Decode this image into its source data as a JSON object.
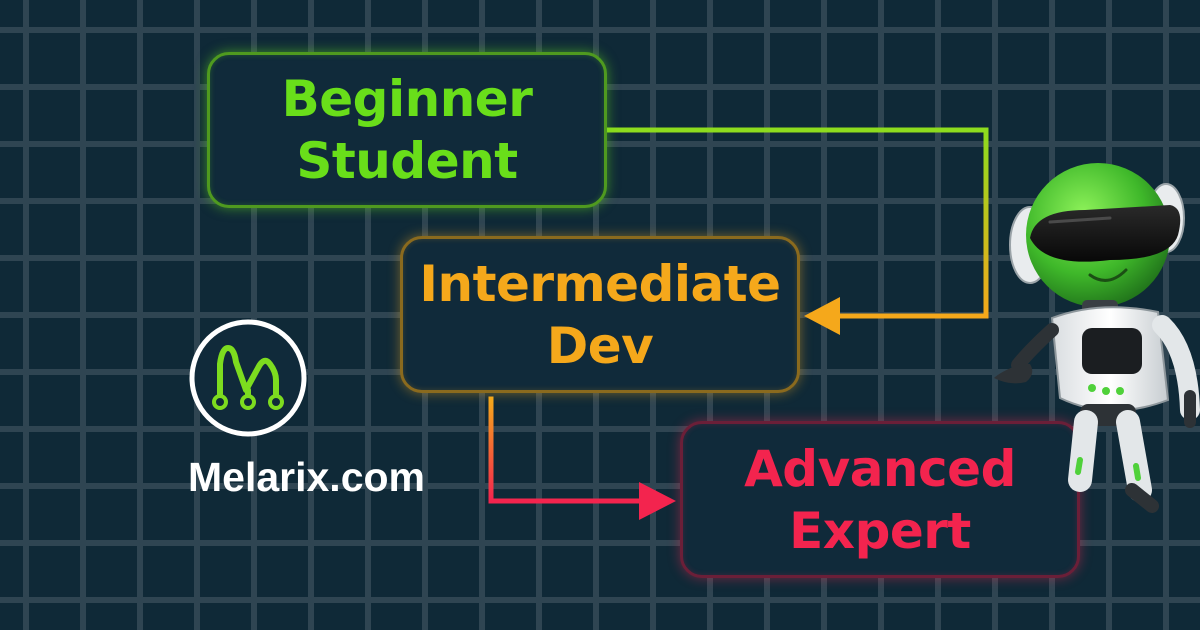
{
  "nodes": {
    "beginner": {
      "line1": "Beginner",
      "line2": "Student",
      "color": "#69de1a"
    },
    "intermediate": {
      "line1": "Intermediate",
      "line2": "Dev",
      "color": "#f5a81b"
    },
    "advanced": {
      "line1": "Advanced",
      "line2": "Expert",
      "color": "#f3244e"
    }
  },
  "brand": {
    "name": "Melarix.com",
    "accent": "#7ddc1f",
    "logo_icon": "melarix-m-circle-logo"
  },
  "mascot": {
    "icon": "robot-mascot-illustration"
  },
  "colors": {
    "background": "#0f2937",
    "grid": "#2f4552"
  }
}
